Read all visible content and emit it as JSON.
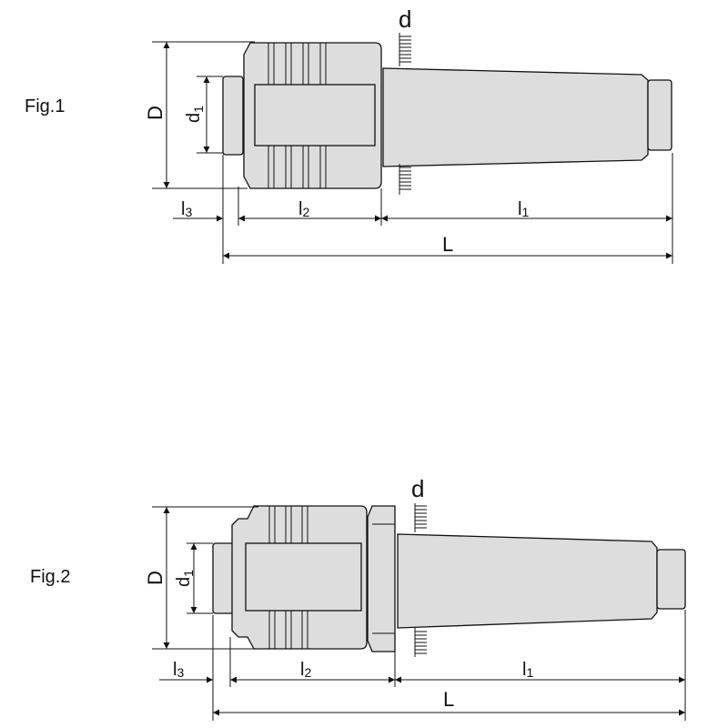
{
  "figures": [
    {
      "label": "Fig.1",
      "dims": {
        "D": "D",
        "d1": "d",
        "d1_sub": "1",
        "d": "d",
        "l1": "l",
        "l1_sub": "1",
        "l2": "l",
        "l2_sub": "2",
        "l3": "l",
        "l3_sub": "3",
        "L": "L"
      }
    },
    {
      "label": "Fig.2",
      "dims": {
        "D": "D",
        "d1": "d",
        "d1_sub": "1",
        "d": "d",
        "l1": "l",
        "l1_sub": "1",
        "l2": "l",
        "l2_sub": "2",
        "l3": "l",
        "l3_sub": "3",
        "L": "L"
      }
    }
  ],
  "colors": {
    "body_fill": "#dddddd",
    "line": "#111111"
  }
}
